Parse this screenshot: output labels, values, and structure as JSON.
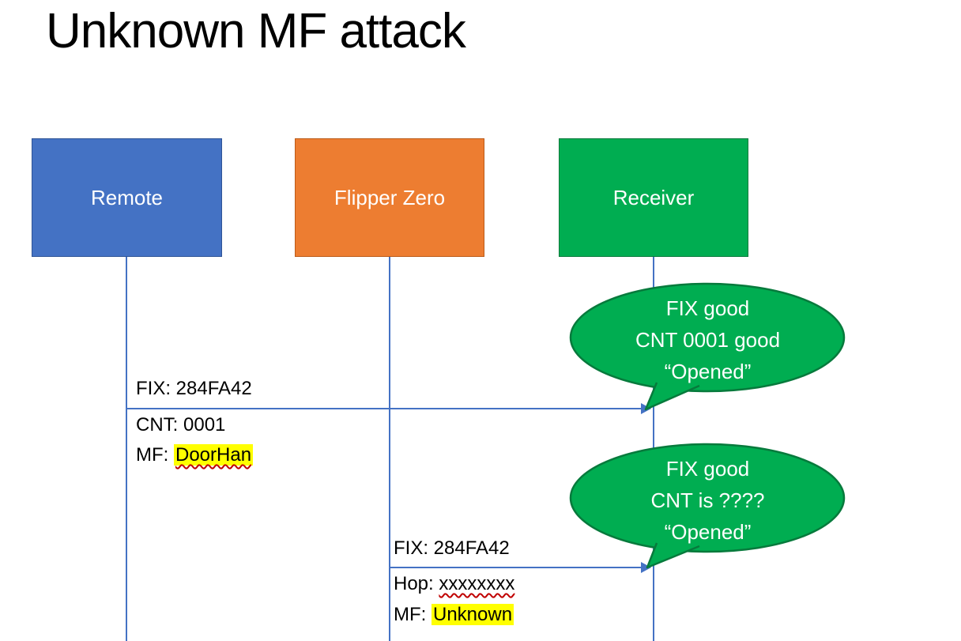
{
  "title": "Unknown MF attack",
  "actors": [
    {
      "id": "remote",
      "label": "Remote"
    },
    {
      "id": "flipper",
      "label": "Flipper Zero"
    },
    {
      "id": "receiver",
      "label": "Receiver"
    }
  ],
  "messages": [
    {
      "from": "Remote",
      "to": "Receiver",
      "lines": [
        {
          "text": "FIX: 284FA42"
        },
        {
          "text": "CNT: 0001"
        },
        {
          "prefix": "MF: ",
          "value": "DoorHan"
        }
      ]
    },
    {
      "from": "Flipper Zero",
      "to": "Receiver",
      "lines": [
        {
          "text": "FIX: 284FA42"
        },
        {
          "prefix": "Hop: ",
          "value": "xxxxxxxx"
        },
        {
          "prefix": "MF: ",
          "value": "Unknown"
        }
      ]
    }
  ],
  "bubbles": [
    {
      "lines": [
        "FIX good",
        "CNT 0001 good",
        "“Opened”"
      ]
    },
    {
      "lines": [
        "FIX good",
        "CNT is ????",
        "“Opened”"
      ]
    }
  ],
  "colors": {
    "remote_box": "#4472C4",
    "flipper_box": "#ED7D31",
    "receiver_box": "#00AD51",
    "bubble_fill": "#00AD51",
    "bubble_border": "#077A3C",
    "line": "#4472C4",
    "highlight": "#FFFF00",
    "squiggle": "#C00000"
  }
}
